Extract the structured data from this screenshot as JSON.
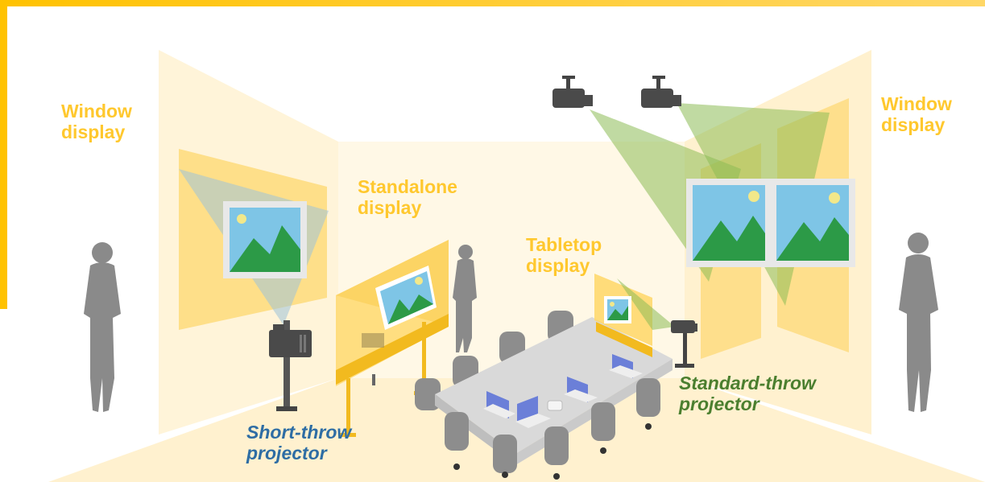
{
  "labels": {
    "window_left": [
      "Window",
      "display"
    ],
    "window_right": [
      "Window",
      "display"
    ],
    "standalone": [
      "Standalone",
      "display"
    ],
    "tabletop": [
      "Tabletop",
      "display"
    ],
    "short_throw": [
      "Short-throw",
      "projector"
    ],
    "standard_throw": [
      "Standard-throw",
      "projector"
    ]
  },
  "colors": {
    "accent_yellow": "#FFC82E",
    "short_throw_blue": "#2E6DA4",
    "standard_throw_green": "#4B7F2F",
    "projection_light": "#FDE7A8",
    "beam_green": "#8DBB55",
    "person_gray": "#8A8A8A"
  }
}
